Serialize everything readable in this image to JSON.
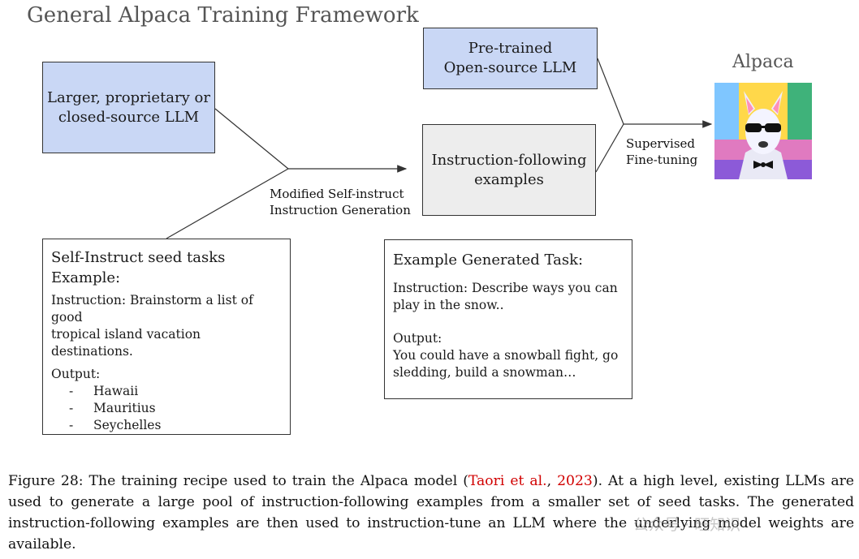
{
  "diagram": {
    "title": "General Alpaca Training Framework",
    "nodes": {
      "larger_llm": {
        "lines": [
          "Larger, proprietary or",
          "closed-source LLM"
        ]
      },
      "pretrained_llm": {
        "lines": [
          "Pre-trained",
          "Open-source LLM"
        ]
      },
      "instruction_examples": {
        "lines": [
          "Instruction-following",
          "examples"
        ]
      },
      "alpaca": {
        "label": "Alpaca"
      }
    },
    "edge_labels": {
      "self_instruct": [
        "Modified Self-instruct",
        "Instruction Generation"
      ],
      "supervised": [
        "Supervised",
        "Fine-tuning"
      ]
    },
    "seed_tasks": {
      "heading": [
        "Self-Instruct seed tasks",
        "Example:"
      ],
      "instruction": [
        "Instruction: Brainstorm a list of good",
        "tropical island vacation destinations."
      ],
      "output_label": "Output:",
      "dash": "-",
      "items": [
        "Hawaii",
        "Mauritius",
        "Seychelles"
      ]
    },
    "generated_task": {
      "heading": "Example Generated Task:",
      "instruction": [
        "Instruction: Describe ways you can",
        "play in the snow.."
      ],
      "output_label": "Output:",
      "output": [
        "You could have a snowball fight, go",
        "sledding, build a snowman…"
      ]
    }
  },
  "caption": {
    "prefix": "Figure 28: The training recipe used to train the Alpaca model (",
    "cite_author": "Taori et al.",
    "cite_sep": ", ",
    "cite_year": "2023",
    "suffix": "). At a high level, existing LLMs are used to generate a large pool of instruction-following examples from a smaller set of seed tasks. The generated instruction-following examples are then used to instruction-tune an LLM where the underlying model weights are available."
  },
  "watermark": "公众号 · 旺知识",
  "colors": {
    "blue_node": "#c9d7f5",
    "gray_node": "#ededed",
    "citation": "#d10000",
    "title": "#555555"
  }
}
